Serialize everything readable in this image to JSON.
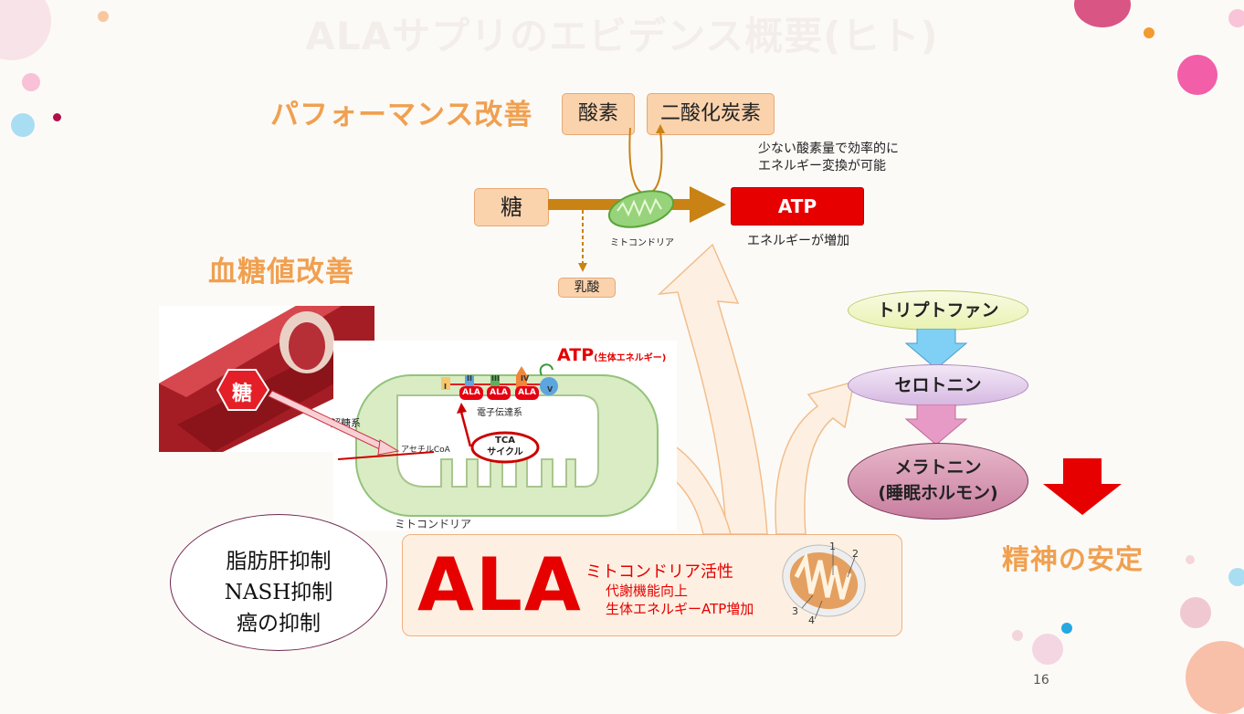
{
  "slide": {
    "title": "ALAサプリのエビデンス概要(ヒト)",
    "page_number": "16"
  },
  "performance": {
    "heading": "パフォーマンス改善",
    "oxygen": "酸素",
    "co2": "二酸化炭素",
    "note": "少ない酸素量で効率的に\nエネルギー変換が可能",
    "sugar": "糖",
    "mitochondria_label": "ミトコンドリア",
    "atp": "ATP",
    "atp_caption": "エネルギーが増加",
    "lactic_acid": "乳酸"
  },
  "blood_sugar": {
    "heading": "血糖値改善",
    "sugar_badge": "糖",
    "partial_label": "解糖系",
    "acetyl_coa": "アセチルCoA",
    "tca": "TCA\nサイクル",
    "electron": "電子伝達系",
    "atp_main": "ATP",
    "atp_sub": "(生体エネルギー)",
    "complexes": [
      "I",
      "II",
      "III",
      "IV",
      "V"
    ],
    "ala_small": [
      "ALA",
      "ALA",
      "ALA"
    ],
    "mito_caption": "ミトコンドリア"
  },
  "liver": {
    "line1": "脂肪肝抑制",
    "line2": "NASH抑制",
    "line3": "癌の抑制"
  },
  "ala_box": {
    "big": "ALA",
    "line1": "ミトコンドリア活性",
    "line2": "代謝機能向上",
    "line3": "生体エネルギーATP増加",
    "mito_numbers": [
      "1",
      "2",
      "3",
      "4"
    ]
  },
  "stability": {
    "tryptophan": "トリプトファン",
    "serotonin": "セロトニン",
    "melatonin": "メラトニン\n(睡眠ホルモン)",
    "result": "精神の安定"
  },
  "colors": {
    "accent_orange": "#f0a050",
    "atp_red": "#e60000",
    "pink": "#f063a6"
  }
}
